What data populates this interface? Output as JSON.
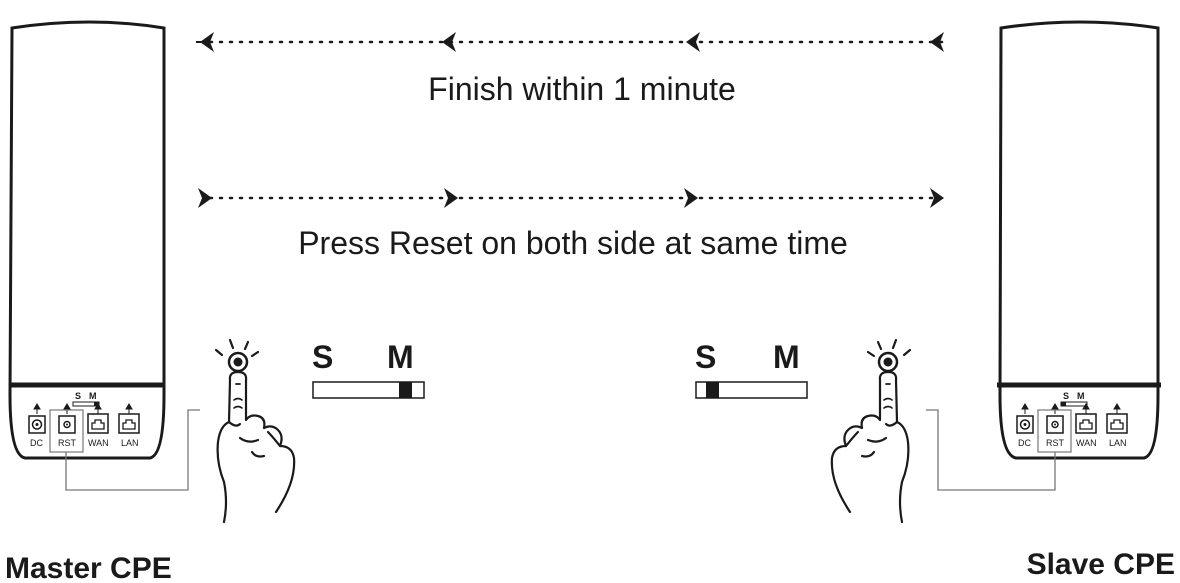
{
  "captions": {
    "finish": "Finish within 1 minute",
    "press": "Press Reset on both side at same time"
  },
  "switch_labels": {
    "s": "S",
    "m": "M"
  },
  "ports": {
    "dc": "DC",
    "rst": "RST",
    "wan": "WAN",
    "lan": "LAN"
  },
  "master": {
    "name": "Master CPE",
    "switch_position": "M"
  },
  "slave": {
    "name": "Slave CPE",
    "switch_position": "S"
  },
  "colors": {
    "ink": "#1a1a1a",
    "leader": "#777777",
    "background": "#ffffff"
  }
}
